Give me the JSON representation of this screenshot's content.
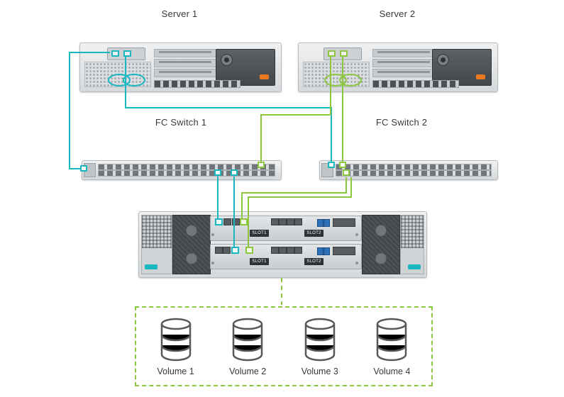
{
  "diagram": {
    "labels": {
      "server1": "Server 1",
      "server2": "Server 2",
      "fc_switch1": "FC Switch 1",
      "fc_switch2": "FC Switch 2"
    },
    "volumes": [
      {
        "label": "Volume 1"
      },
      {
        "label": "Volume 2"
      },
      {
        "label": "Volume 3"
      },
      {
        "label": "Volume 4"
      }
    ],
    "storage": {
      "slot_labels": [
        "SLOT1",
        "SLOT2"
      ]
    },
    "colors": {
      "teal": "#17b8bf",
      "green": "#8dc63f",
      "label": "#3a3a3a"
    }
  }
}
